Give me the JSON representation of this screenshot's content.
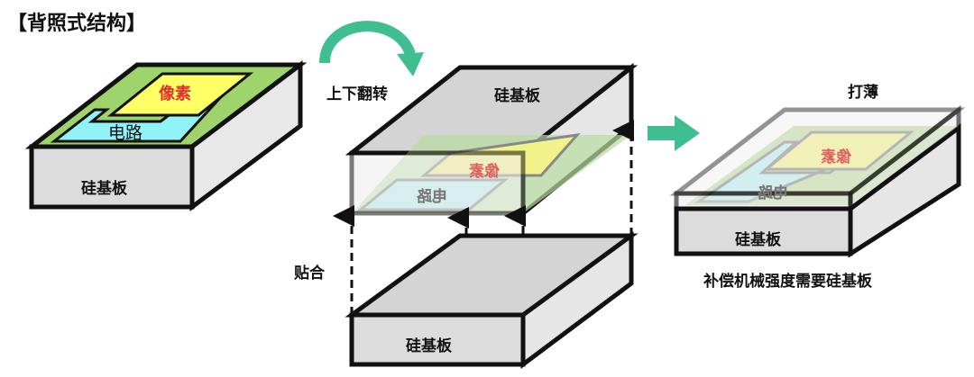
{
  "title": "【背照式结构】",
  "colors": {
    "substrate": "#d9d9d9",
    "green": "#9fd36b",
    "yellow": "#ffff66",
    "cyan": "#8ff3f8",
    "pixel_text": "#e03030",
    "arrow": "#3fbf8f"
  },
  "step1": {
    "pixel": "像素",
    "circuit": "电路",
    "substrate": "硅基板"
  },
  "step2": {
    "flip": "上下翻转",
    "top_substrate": "硅基板",
    "pixel": "像素",
    "circuit": "电路",
    "bond": "贴合",
    "bottom_substrate": "硅基板"
  },
  "step3": {
    "thin": "打薄",
    "pixel": "像素",
    "circuit": "电路",
    "substrate": "硅基板",
    "note": "补偿机械强度需要硅基板"
  }
}
